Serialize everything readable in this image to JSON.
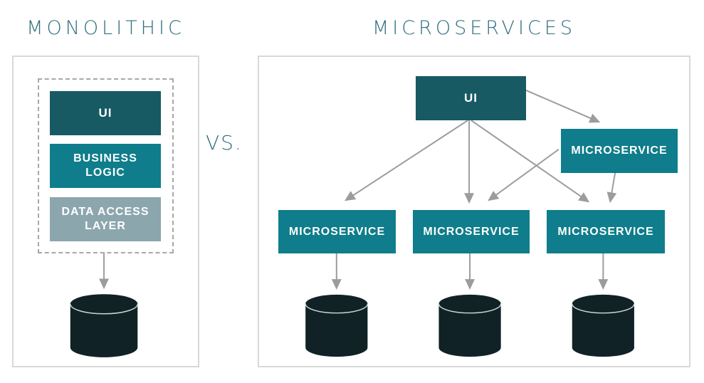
{
  "vs_label": "VS.",
  "colors": {
    "title_text": "#2f6e7e",
    "box_dark": "#175a64",
    "box_teal": "#0f7d8b",
    "box_muted": "#8ca6ad",
    "cylinder_dark": "#112226",
    "cylinder_rim": "#cfd6d6",
    "arrow_gray": "#9c9c9c",
    "panel_border": "#d8d8d8",
    "dashed_border": "#a8a8a8"
  },
  "monolithic": {
    "title": "MONOLITHIC",
    "layers": [
      {
        "id": "ui-layer",
        "label": "UI"
      },
      {
        "id": "business-logic-layer",
        "label": "BUSINESS LOGIC"
      },
      {
        "id": "data-access-layer",
        "label": "DATA ACCESS LAYER"
      }
    ],
    "database_icon": "database-cylinder",
    "edges": [
      {
        "from": "monolith",
        "to": "database-1"
      }
    ]
  },
  "microservices": {
    "title": "MICROSERVICES",
    "ui_label": "UI",
    "services": [
      {
        "id": "microservice-top-right",
        "label": "MICROSERVICE"
      },
      {
        "id": "microservice-left",
        "label": "MICROSERVICE"
      },
      {
        "id": "microservice-middle",
        "label": "MICROSERVICE"
      },
      {
        "id": "microservice-right",
        "label": "MICROSERVICE"
      }
    ],
    "database_icon": "database-cylinder",
    "edges": [
      {
        "from": "ui",
        "to": "microservice-left"
      },
      {
        "from": "ui",
        "to": "microservice-middle"
      },
      {
        "from": "ui",
        "to": "microservice-right"
      },
      {
        "from": "ui",
        "to": "microservice-top-right"
      },
      {
        "from": "microservice-top-right",
        "to": "microservice-middle"
      },
      {
        "from": "microservice-top-right",
        "to": "microservice-right"
      },
      {
        "from": "microservice-left",
        "to": "database-2"
      },
      {
        "from": "microservice-middle",
        "to": "database-3"
      },
      {
        "from": "microservice-right",
        "to": "database-4"
      }
    ]
  }
}
